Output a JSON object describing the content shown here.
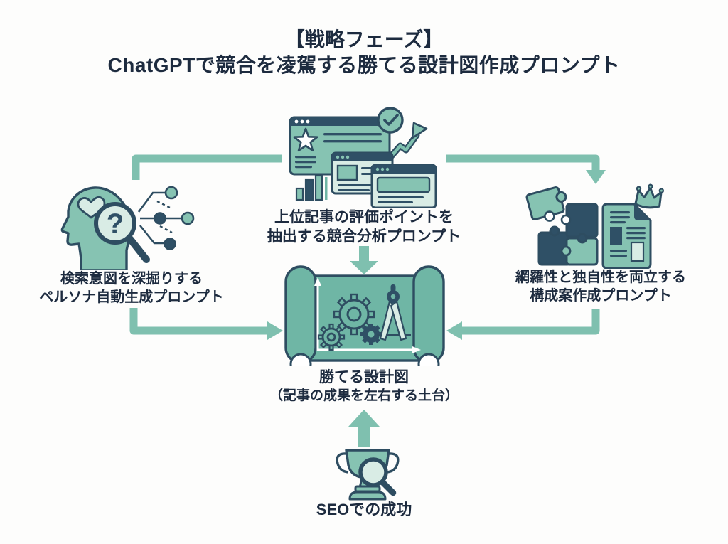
{
  "title": {
    "line1": "【戦略フェーズ】",
    "line2": "ChatGPTで競合を凌駕する勝てる設計図作成プロンプト"
  },
  "nodes": {
    "analysis": {
      "line1": "上位記事の評価ポイントを",
      "line2": "抽出する競合分析プロンプト",
      "icon": "browser-ranking-analysis-icon"
    },
    "persona": {
      "line1": "検索意図を深掘りする",
      "line2": "ペルソナ自動生成プロンプト",
      "icon": "head-magnifier-network-icon"
    },
    "outline": {
      "line1": "網羅性と独自性を両立する",
      "line2": "構成案作成プロンプト",
      "icon": "puzzle-document-crown-icon"
    },
    "blueprint": {
      "line1": "勝てる設計図",
      "line2": "（記事の成果を左右する土台）",
      "icon": "blueprint-scroll-icon"
    },
    "seo": {
      "label": "SEOでの成功",
      "icon": "trophy-magnifier-icon"
    }
  },
  "colors": {
    "background": "#fdfdfc",
    "ink": "#1d2b3f",
    "navy": "#2e4d61",
    "navy_fill": "#2f5066",
    "teal": "#86c3b2",
    "teal_deep": "#6fb6a5",
    "teal_light": "#a9d4c7",
    "pale": "#d9ece5",
    "arrow": "#7fc0af",
    "white": "#ffffff"
  }
}
